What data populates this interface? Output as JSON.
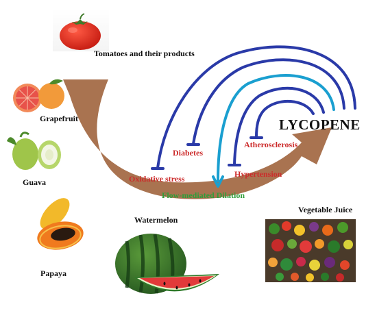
{
  "sources": {
    "tomatoes": "Tomatoes and their products",
    "grapefruit": "Grapefruit",
    "guava": "Guava",
    "papaya": "Papaya",
    "watermelon": "Watermelon",
    "vegetable_juice": "Vegetable Juice"
  },
  "center": "LYCOPENE",
  "effects": {
    "diabetes": "Diabetes",
    "atherosclerosis": "Atherosclerosis",
    "oxidative_stress": "Oxidative stress",
    "hypertension": "Hypertension",
    "flow_mediated": "Flow-mediated Dilation"
  },
  "colors": {
    "arrow": "#a97350",
    "inhibit": "#2a3aa8",
    "induce": "#1a9fd0",
    "effect_text": "#cc2b2b",
    "induce_text": "#2f9e3a"
  }
}
